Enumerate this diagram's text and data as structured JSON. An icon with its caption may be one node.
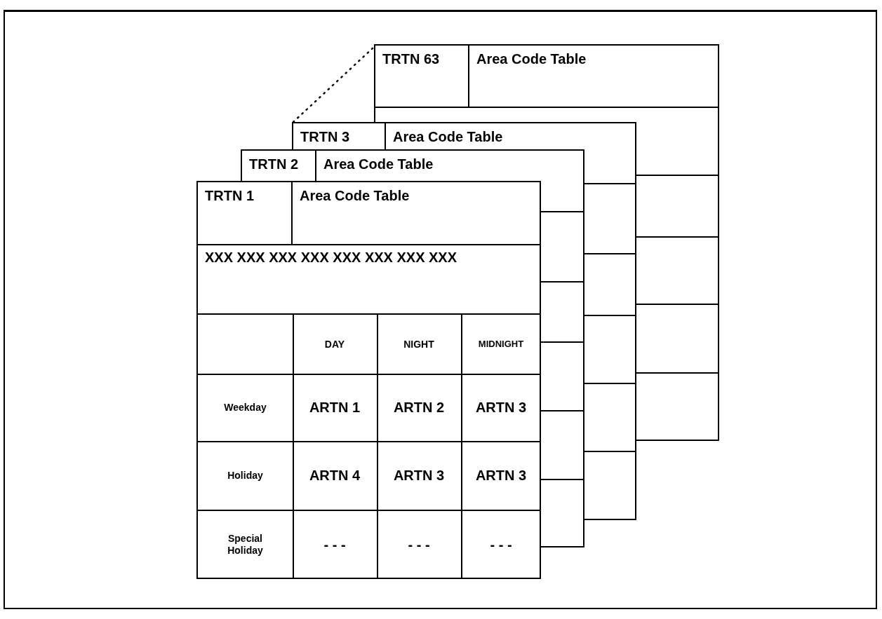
{
  "diagram": {
    "nodes": [
      {
        "text": [
          "TRTN 63",
          "Area Code Table"
        ]
      },
      {
        "text": [
          "TRTN 3",
          "Area Code Table"
        ]
      },
      {
        "text": [
          "TRTN 2",
          "Area Code Table"
        ]
      },
      {
        "text": [
          "TRTN 1",
          "Area Code Table",
          "XXX XXX XXX XXX XXX XXX XXX XXX"
        ]
      }
    ],
    "edges": [
      {
        "from": 1,
        "to": 0,
        "arrow": "none",
        "style": "dashed"
      }
    ],
    "labels": [
      "DAY",
      "NIGHT",
      "MIDNIGHT",
      "Weekday",
      "ARTN 1",
      "ARTN 2",
      "ARTN 3",
      "Holiday",
      "ARTN 4",
      "ARTN 3",
      "ARTN 3",
      "Special Holiday",
      "- - -",
      "- - -",
      "- - -"
    ]
  }
}
